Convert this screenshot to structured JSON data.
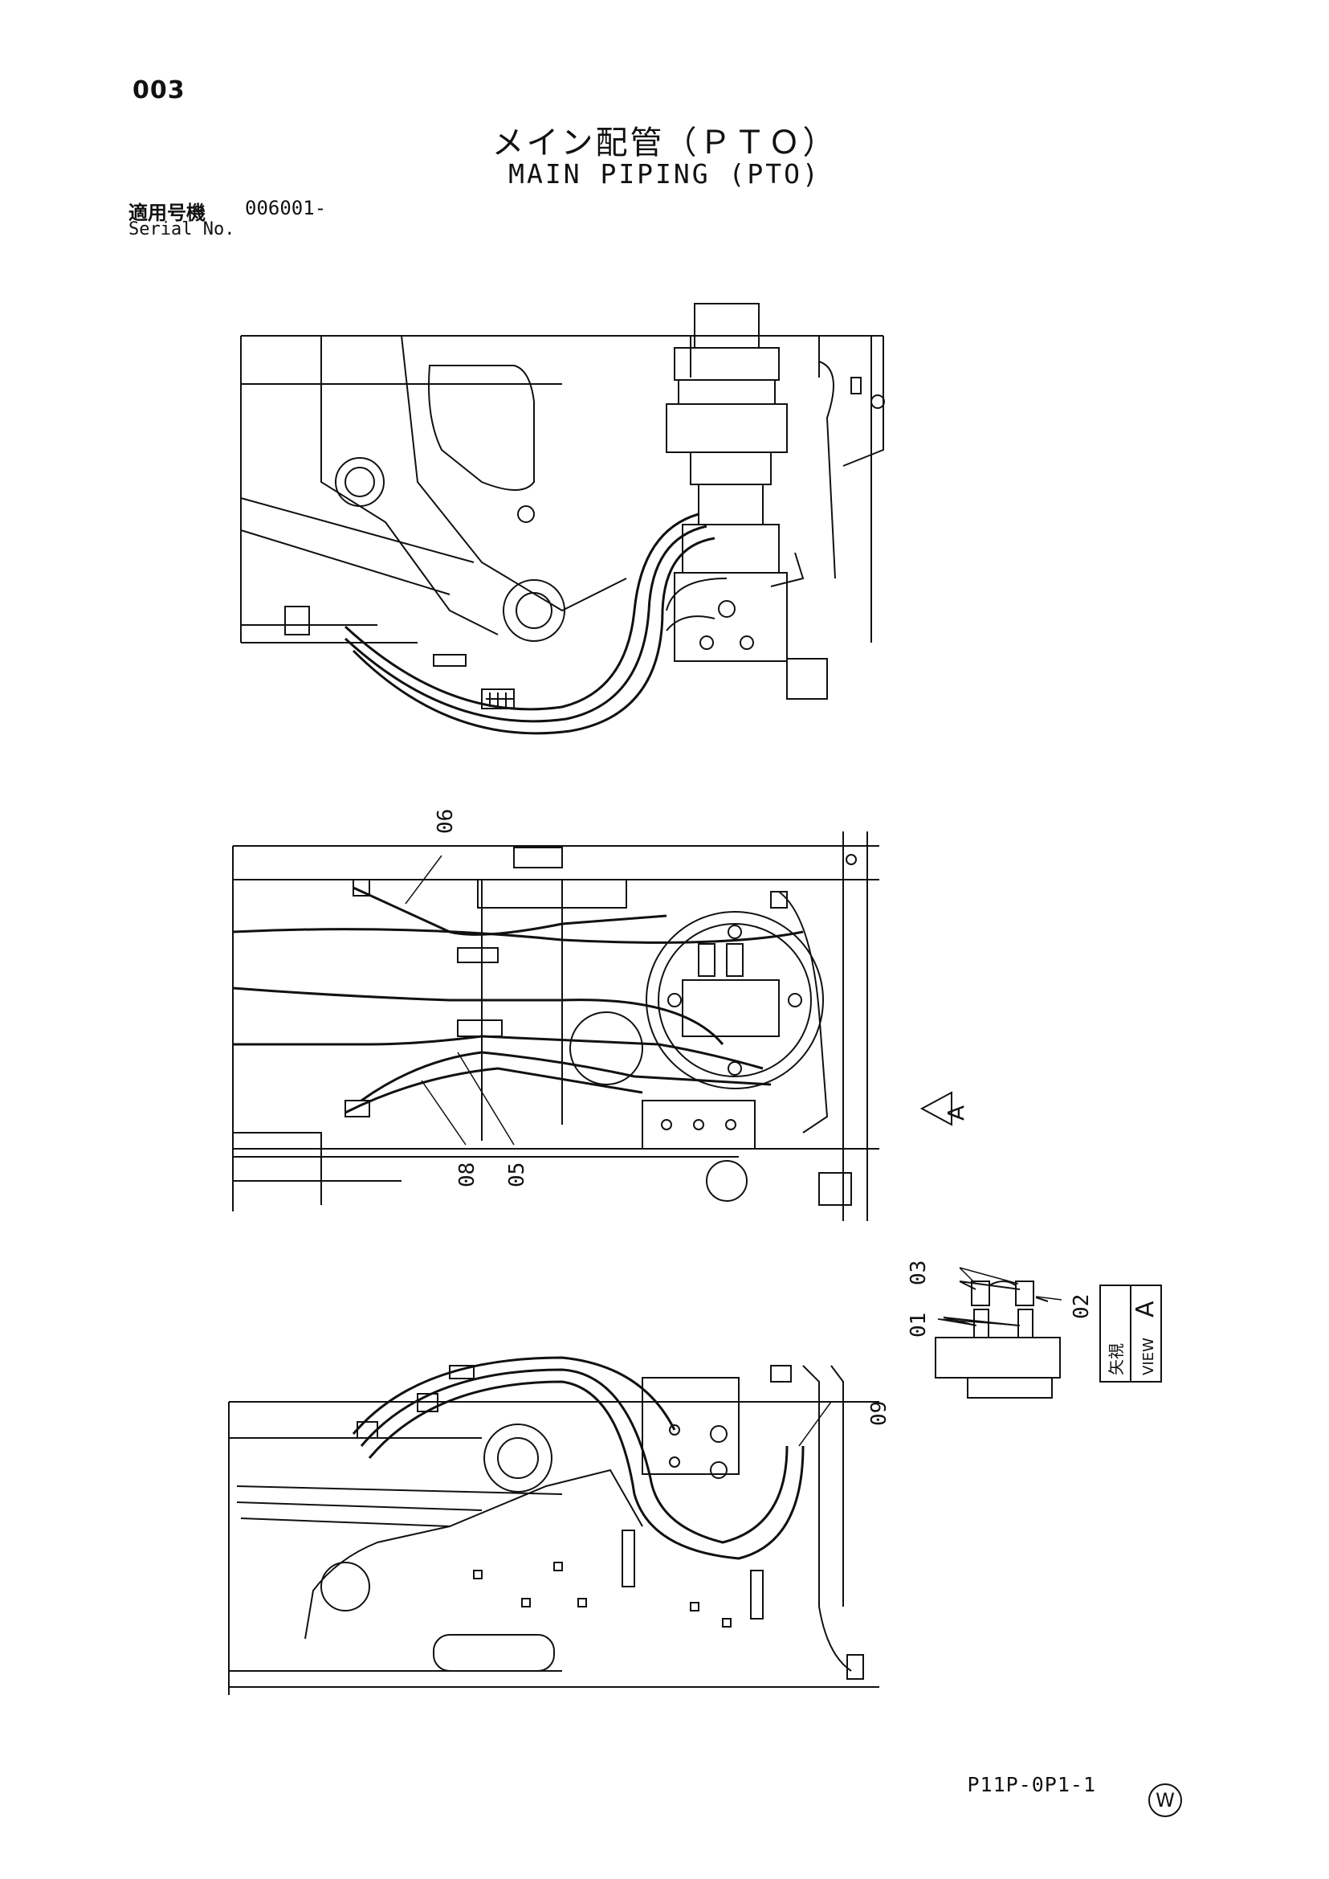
{
  "header": {
    "page_number": "003",
    "title_jp": "メイン配管（ＰＴＯ）",
    "title_en": "MAIN PIPING (PTO)",
    "serial_label_jp": "適用号機",
    "serial_value": "006001-",
    "serial_label_en": "Serial No."
  },
  "callouts": {
    "c01": "01",
    "c02": "02",
    "c03": "03",
    "c05": "05",
    "c06": "06",
    "c08": "08",
    "c09": "09"
  },
  "view": {
    "arrow_label": "A",
    "box_jp": "矢視",
    "box_en": "VIEW",
    "box_letter": "A"
  },
  "footer": {
    "drawing_code": "P11P-0P1-1",
    "watermark": "W"
  }
}
